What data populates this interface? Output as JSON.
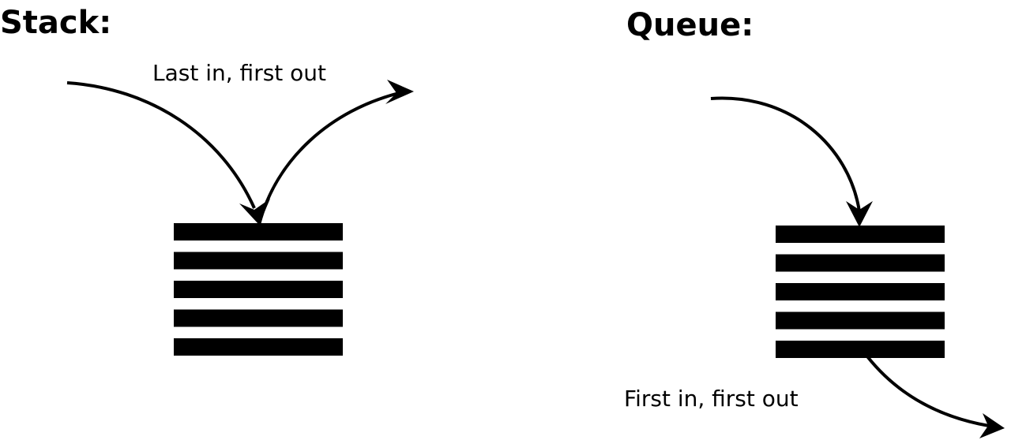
{
  "stack": {
    "title": "Stack:",
    "caption": "Last in, first out",
    "item_count": 5
  },
  "queue": {
    "title": "Queue:",
    "caption": "First in, first out",
    "item_count": 5
  },
  "colors": {
    "ink": "#000000",
    "background": "#ffffff"
  }
}
